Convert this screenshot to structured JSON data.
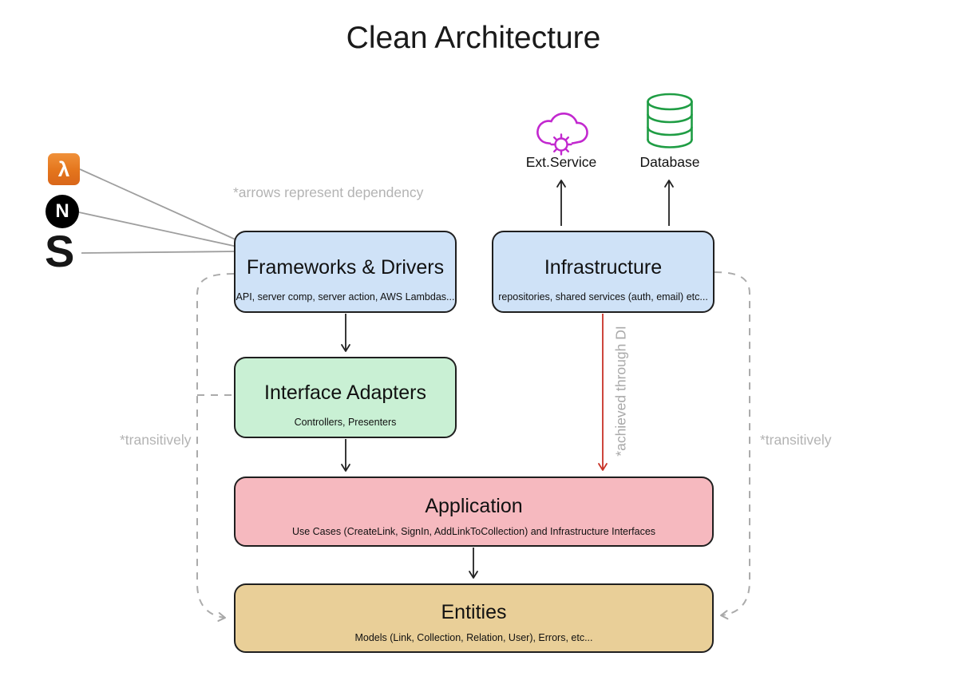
{
  "title": "Clean Architecture",
  "notes": {
    "dependency": "*arrows represent dependency",
    "transitively_left": "*transitively",
    "transitively_right": "*transitively",
    "di": "*achieved through DI"
  },
  "sources": [
    {
      "name": "aws-lambda",
      "glyph": "λ"
    },
    {
      "name": "nextjs",
      "glyph": "N"
    },
    {
      "name": "s-framework",
      "glyph": "S"
    }
  ],
  "externals": [
    {
      "name": "ext-service",
      "label": "Ext.Service"
    },
    {
      "name": "database",
      "label": "Database"
    }
  ],
  "layers": [
    {
      "id": "frameworks-drivers",
      "title": "Frameworks & Drivers",
      "subtitle": "API, server comp, server action, AWS Lambdas...",
      "fill": "#cfe2f7"
    },
    {
      "id": "infrastructure",
      "title": "Infrastructure",
      "subtitle": "repositories, shared services (auth, email) etc...",
      "fill": "#cfe2f7"
    },
    {
      "id": "interface-adapters",
      "title": "Interface Adapters",
      "subtitle": "Controllers, Presenters",
      "fill": "#c9f0d4"
    },
    {
      "id": "application",
      "title": "Application",
      "subtitle": "Use Cases (CreateLink, SignIn, AddLinkToCollection) and Infrastructure Interfaces",
      "fill": "#f6b9bf"
    },
    {
      "id": "entities",
      "title": "Entities",
      "subtitle": "Models (Link, Collection, Relation, User), Errors, etc...",
      "fill": "#e9cf98"
    }
  ],
  "edges": [
    {
      "from": "aws-lambda",
      "to": "frameworks-drivers",
      "style": "solid-gray"
    },
    {
      "from": "nextjs",
      "to": "frameworks-drivers",
      "style": "solid-gray"
    },
    {
      "from": "s-framework",
      "to": "frameworks-drivers",
      "style": "solid-gray"
    },
    {
      "from": "infrastructure",
      "to": "ext-service",
      "style": "arrow-black"
    },
    {
      "from": "infrastructure",
      "to": "database",
      "style": "arrow-black"
    },
    {
      "from": "frameworks-drivers",
      "to": "interface-adapters",
      "style": "arrow-black"
    },
    {
      "from": "interface-adapters",
      "to": "application",
      "style": "arrow-black"
    },
    {
      "from": "application",
      "to": "entities",
      "style": "arrow-black"
    },
    {
      "from": "infrastructure",
      "to": "application",
      "style": "arrow-red",
      "note": "*achieved through DI"
    },
    {
      "from": "frameworks-drivers",
      "to": "entities",
      "style": "dashed-gray-arrow",
      "note": "*transitively"
    },
    {
      "from": "infrastructure",
      "to": "entities",
      "style": "dashed-gray-arrow",
      "note": "*transitively"
    }
  ],
  "colors": {
    "blue_layer": "#cfe2f7",
    "green_layer": "#c9f0d4",
    "pink_layer": "#f6b9bf",
    "tan_layer": "#e9cf98",
    "box_border": "#1f1f1f",
    "red_arrow": "#c83226",
    "ext_service_icon": "#c228cf",
    "database_icon": "#1f9d44",
    "lambda_orange": "#e4751c",
    "note_gray": "#b3b3b3"
  }
}
